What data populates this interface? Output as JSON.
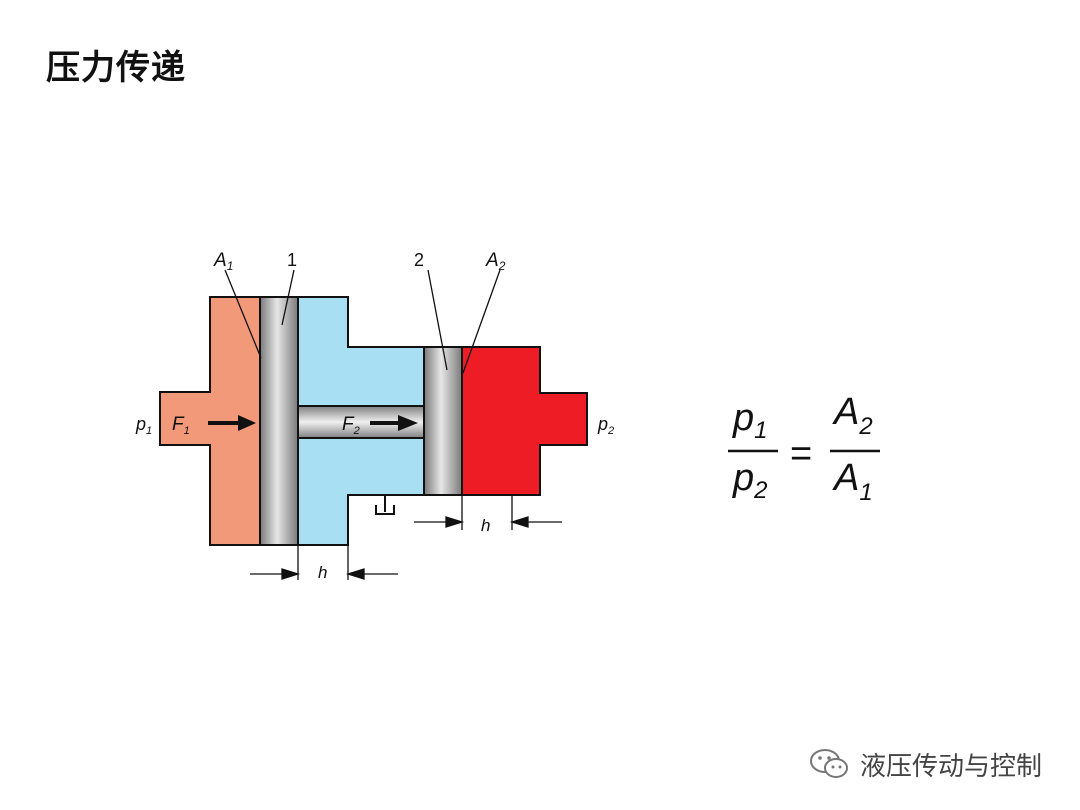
{
  "title": "压力传递",
  "labels": {
    "p1": "p",
    "p1_sub": "1",
    "F1": "F",
    "F1_sub": "1",
    "F2": "F",
    "F2_sub": "2",
    "p2": "p",
    "p2_sub": "2",
    "A1": "A",
    "A1_sub": "1",
    "A2": "A",
    "A2_sub": "2",
    "piston1": "1",
    "piston2": "2",
    "h_left": "h",
    "h_right": "h"
  },
  "formula": {
    "num_left": "p",
    "num_left_sub": "1",
    "den_left": "p",
    "den_left_sub": "2",
    "equals": "=",
    "num_right": "A",
    "num_right_sub": "2",
    "den_right": "A",
    "den_right_sub": "1"
  },
  "colors": {
    "left_chamber": "#f2997a",
    "middle_chamber": "#a8dff2",
    "right_chamber": "#ee1c25"
  },
  "watermark": {
    "text": "液压传动与控制",
    "icon": "wechat-icon"
  }
}
